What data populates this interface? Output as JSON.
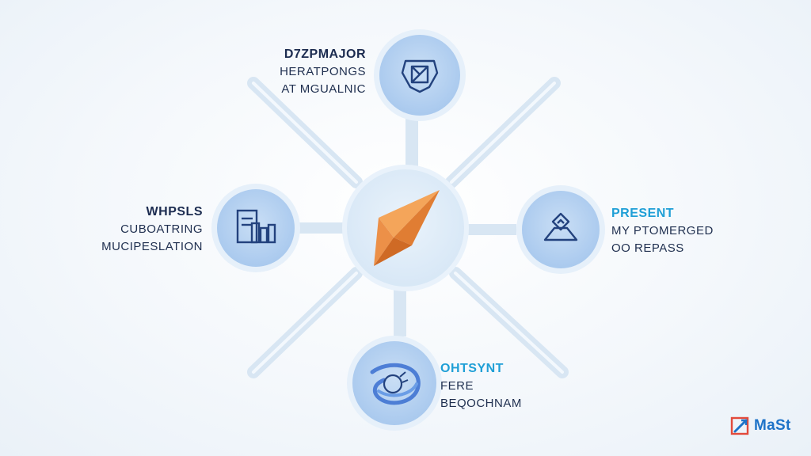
{
  "nodes": {
    "top": {
      "title": "D7ZPMAJOR",
      "lines": [
        "HERATPONGS",
        "AT MGUALNIC"
      ]
    },
    "left": {
      "title": "WHPSLS",
      "lines": [
        "CUBOATRING",
        "MUCIPESLATION"
      ]
    },
    "right": {
      "title": "PRESENT",
      "lines": [
        "MY PTOMERGED",
        "OO REPASS"
      ]
    },
    "bottom": {
      "title": "OHTSYNT",
      "lines": [
        "FERE",
        "BEQOCHNAM"
      ]
    }
  },
  "brand": {
    "text": "MaSt",
    "color": "#1e73c8"
  },
  "colors": {
    "hub_fill": "#dbe9f7",
    "node_fill": "#b9d5f2",
    "node_ring": "#e4eef9",
    "spoke": "#d6e5f3",
    "arrow": "#e8863a",
    "icon_stroke": "#23427e",
    "accent_title": "#1f9fd6"
  },
  "icons": {
    "top": "shield-map-icon",
    "left": "document-chart-icon",
    "right": "box-sparkle-icon",
    "bottom": "globe-swirl-icon",
    "hub": "compass-arrow-icon",
    "brand": "brand-logo-icon"
  }
}
